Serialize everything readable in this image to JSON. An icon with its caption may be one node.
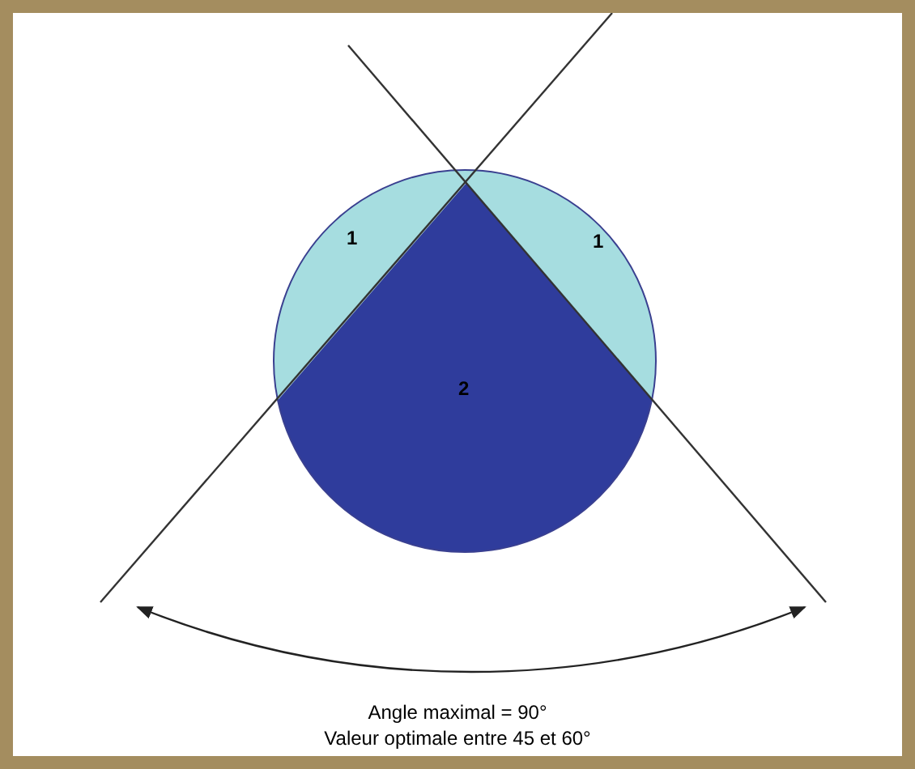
{
  "diagram": {
    "nodes": [
      {
        "text": [
          "1"
        ]
      },
      {
        "text": [
          "1"
        ]
      },
      {
        "text": [
          "2"
        ]
      }
    ],
    "labels": [
      "Angle maximal = 90°",
      "Valeur optimale entre 45 et 60°"
    ]
  }
}
